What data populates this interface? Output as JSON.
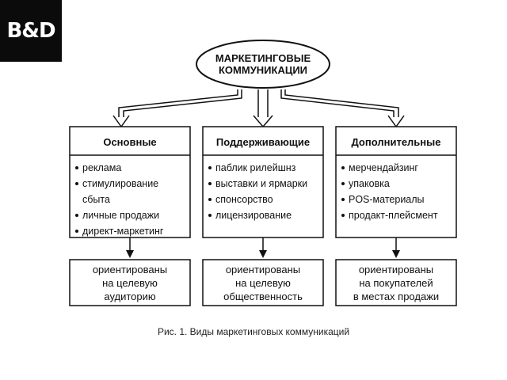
{
  "logo": {
    "text": "B&D"
  },
  "root": {
    "line1": "МАРКЕТИНГОВЫЕ",
    "line2": "КОММУНИКАЦИИ"
  },
  "categories": [
    {
      "title": "Основные",
      "items": [
        "реклама",
        "стимулирование",
        "сбыта",
        "личные продажи",
        "директ-маркетинг"
      ],
      "target": [
        "ориентированы",
        "на целевую",
        "аудиторию"
      ]
    },
    {
      "title": "Поддерживающие",
      "items": [
        "паблик рилейшнз",
        "выставки и ярмарки",
        "спонсорство",
        "лицензирование"
      ],
      "target": [
        "ориентированы",
        "на целевую",
        "общественность"
      ]
    },
    {
      "title": "Дополнительные",
      "items": [
        "мерчендайзинг",
        "упаковка",
        "POS-материалы",
        "продакт-плейсмент"
      ],
      "target": [
        "ориентированы",
        "на покупателей",
        "в местах продажи"
      ]
    }
  ],
  "caption": "Рис. 1. Виды маркетинговых коммуникаций"
}
